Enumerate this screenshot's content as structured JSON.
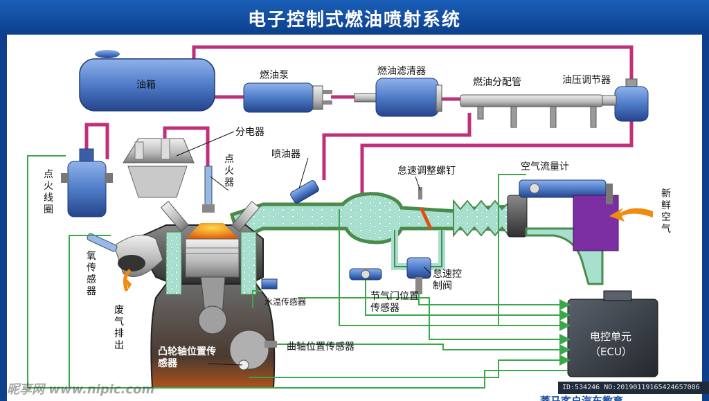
{
  "title": "电子控制式燃油喷射系统",
  "labels": {
    "tank": "油箱",
    "pump": "燃油泵",
    "filter": "燃油滤清器",
    "rail": "燃油分配管",
    "regulator": "油压调节器",
    "distributor": "分电器",
    "injector": "喷油器",
    "spark_plug": "点火器",
    "ignition_coil": "点火线圈",
    "idle_screw": "怠速调整螺钉",
    "airflow_meter": "空气流量计",
    "fresh_air": "新鲜空气",
    "oxygen_sensor": "氧传感器",
    "exhaust": "废气排出",
    "water_temp": "水温传感器",
    "throttle_sensor": "节气门位置传感器",
    "idle_valve": "怠速控制阀",
    "camshaft_sensor": "凸轮轴位置传感器",
    "crankshaft_sensor": "曲轴位置传感器",
    "ecu_line1": "电控单元",
    "ecu_line2": "（ECU）"
  },
  "watermark": "昵享网 www.nipic.com",
  "image_id": "ID:534246 NO:20190119165424657086",
  "footer": "菱马客户汽车教育",
  "colors": {
    "banner": "#1a5fb8",
    "fuel_line": "#c0307a",
    "signal_line": "#3aa84a",
    "air_fill": "#a8e0cf",
    "tank_blue": "#4f7cc8",
    "ecu": "#3a3f47",
    "airflow_box": "#7b2fa3",
    "arrow_orange": "#f08a10"
  }
}
